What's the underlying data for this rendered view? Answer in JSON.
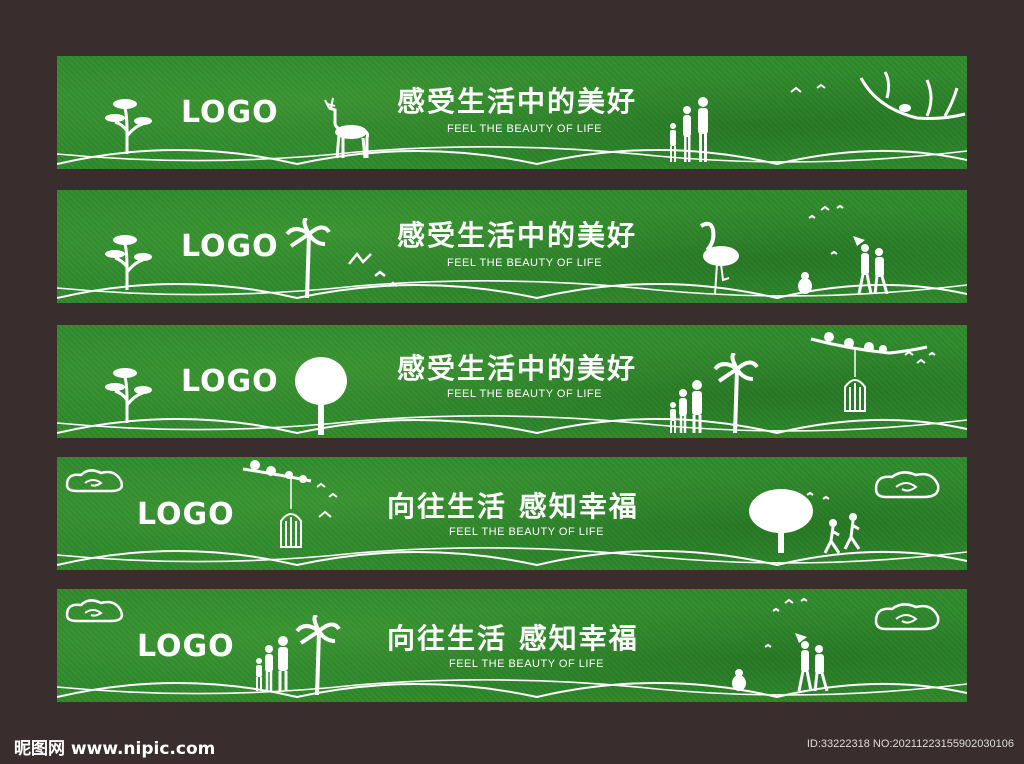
{
  "banners": [
    {
      "logo": "LOGO",
      "title": "感受生活中的美好",
      "subtitle": "FEEL THE BEAUTY OF LIFE"
    },
    {
      "logo": "LOGO",
      "title": "感受生活中的美好",
      "subtitle": "FEEL THE BEAUTY OF LIFE"
    },
    {
      "logo": "LOGO",
      "title": "感受生活中的美好",
      "subtitle": "FEEL THE BEAUTY OF LIFE"
    },
    {
      "logo": "LOGO",
      "title": "向往生活 感知幸福",
      "subtitle": "FEEL THE BEAUTY OF LIFE"
    },
    {
      "logo": "LOGO",
      "title": "向往生活 感知幸福",
      "subtitle": "FEEL THE BEAUTY OF LIFE"
    }
  ],
  "watermark": {
    "site": "昵图网 www.nipic.com",
    "id": "ID:33222318 NO:20211223155902030106"
  },
  "colors": {
    "background": "#3a2d2d",
    "banner_green": "#2f8a2c",
    "foreground": "#ffffff"
  }
}
